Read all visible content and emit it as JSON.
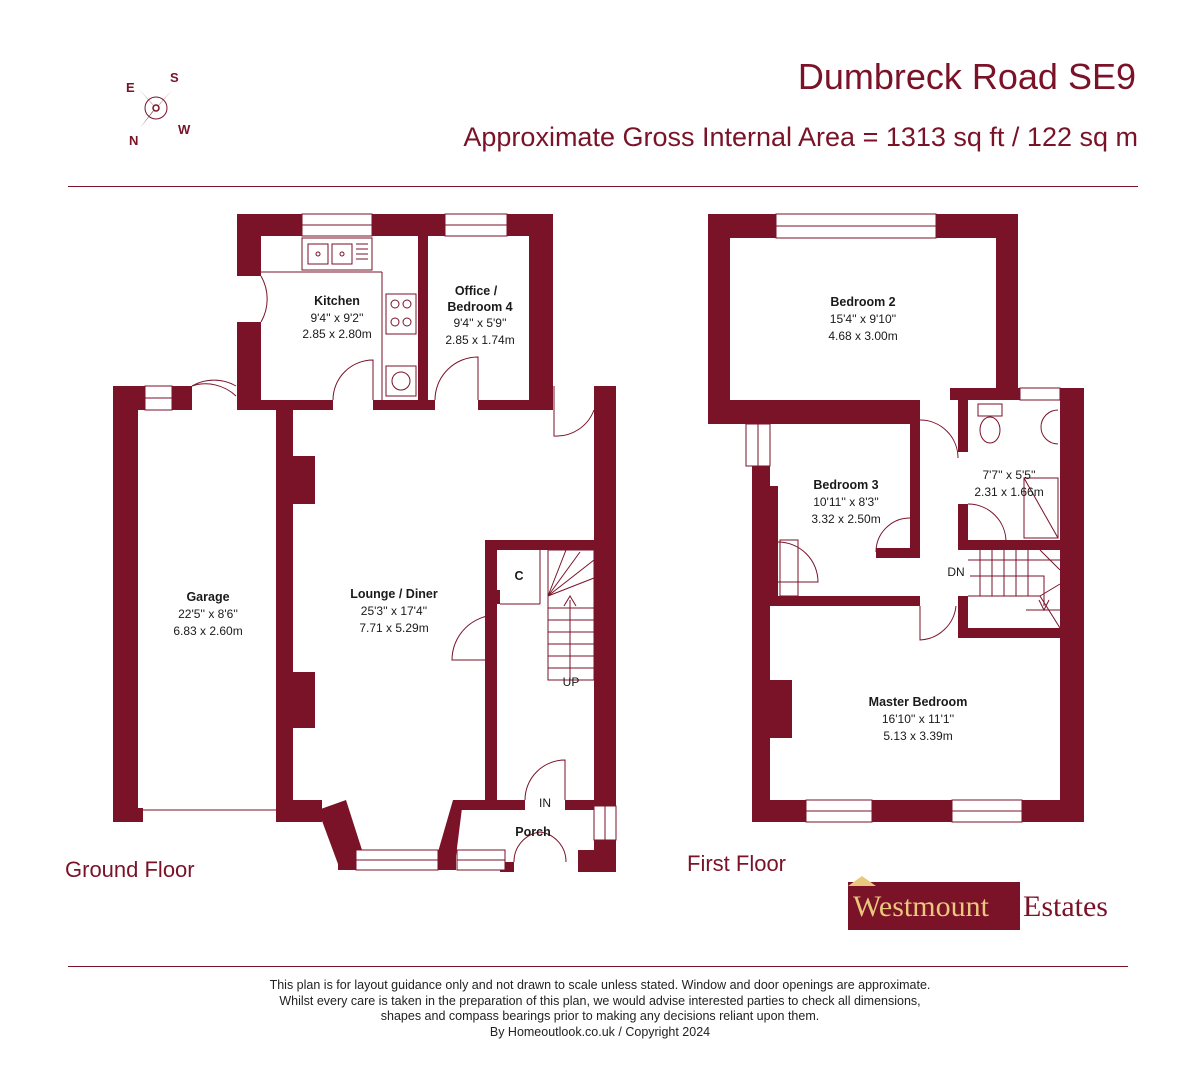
{
  "header": {
    "title": "Dumbreck Road SE9",
    "subtitle": "Approximate Gross Internal Area = 1313 sq ft / 122 sq m"
  },
  "compass": {
    "n": "N",
    "s": "S",
    "e": "E",
    "w": "W"
  },
  "ground_floor": {
    "label": "Ground Floor",
    "rooms": {
      "kitchen": {
        "name": "Kitchen",
        "imperial": "9'4'' x 9'2''",
        "metric": "2.85 x 2.80m"
      },
      "office": {
        "name_line1": "Office /",
        "name_line2": "Bedroom 4",
        "imperial": "9'4'' x 5'9''",
        "metric": "2.85 x 1.74m"
      },
      "garage": {
        "name": "Garage",
        "imperial": "22'5'' x 8'6''",
        "metric": "6.83 x 2.60m"
      },
      "lounge": {
        "name": "Lounge / Diner",
        "imperial": "25'3'' x 17'4''",
        "metric": "7.71 x 5.29m"
      },
      "cupboard": {
        "name": "C"
      },
      "porch": {
        "name": "Porch"
      }
    },
    "markers": {
      "up": "UP",
      "in": "IN"
    }
  },
  "first_floor": {
    "label": "First Floor",
    "rooms": {
      "bedroom2": {
        "name": "Bedroom 2",
        "imperial": "15'4'' x 9'10''",
        "metric": "4.68 x 3.00m"
      },
      "bedroom3": {
        "name": "Bedroom 3",
        "imperial": "10'11'' x 8'3''",
        "metric": "3.32 x 2.50m"
      },
      "bathroom": {
        "imperial": "7'7'' x 5'5''",
        "metric": "2.31 x 1.66m"
      },
      "master": {
        "name": "Master Bedroom",
        "imperial": "16'10'' x 11'1''",
        "metric": "5.13 x 3.39m"
      }
    },
    "markers": {
      "dn": "DN"
    }
  },
  "logo": {
    "name": "Westmount",
    "suffix": "Estates"
  },
  "disclaimer": {
    "line1": "This plan is for layout guidance only and not drawn to scale unless stated. Window and door openings are approximate.",
    "line2": "Whilst every care is taken in the preparation of this plan, we would advise interested parties to check all dimensions,",
    "line3": "shapes and compass bearings prior to making any decisions reliant upon them.",
    "line4": "By Homeoutlook.co.uk / Copyright 2024"
  },
  "colors": {
    "wall": "#7a1228",
    "logo_gold": "#e9c77d"
  }
}
